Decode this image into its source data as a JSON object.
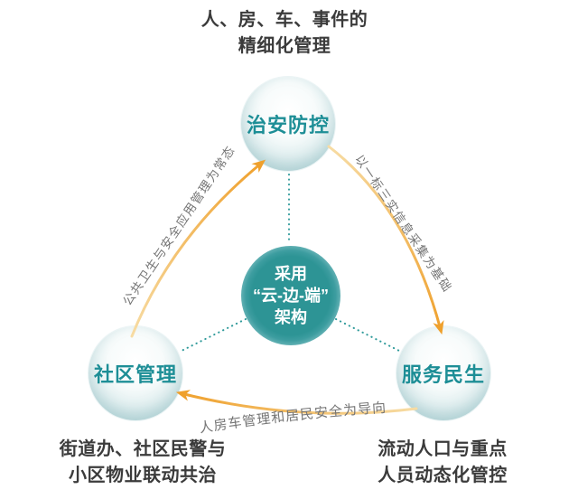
{
  "diagram": {
    "title": {
      "top_line1": "人、房、车、事件的",
      "top_line2": "精细化管理"
    },
    "captions": {
      "bottom_left_line1": "街道办、社区民警与",
      "bottom_left_line2": "小区物业联动共治",
      "bottom_right_line1": "流动人口与重点",
      "bottom_right_line2": "人员动态化管控"
    },
    "nodes": {
      "top": "治安防控",
      "bottom_left": "社区管理",
      "bottom_right": "服务民生"
    },
    "center_node": {
      "line1": "采用",
      "line2": "“云-边-端”",
      "line3": "架构"
    },
    "arrow_labels": {
      "left": "公共卫生与安全应用管理为常态",
      "right": "以一标三实信息采集为基础",
      "bottom": "人房车管理和居民安全为导向"
    },
    "colors": {
      "teal": "#2d9495",
      "teal_text": "#1d8e96",
      "orange": "#efa02c",
      "orange_light": "#f7dca4",
      "gray_label": "#757575",
      "dark_text": "#3b3b3b"
    }
  }
}
